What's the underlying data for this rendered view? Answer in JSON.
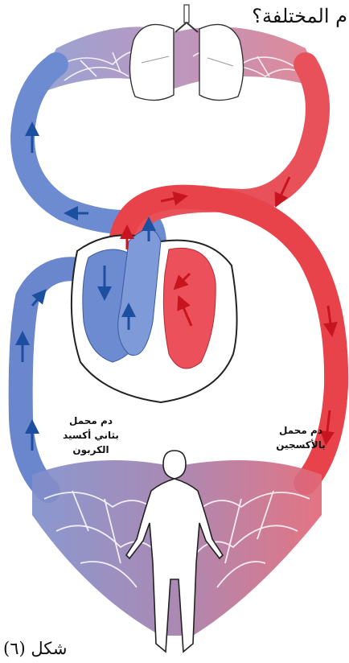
{
  "question_fragment": "م المختلفة؟",
  "labels": {
    "deoxygenated_line1": "دم محمل",
    "deoxygenated_line2": "بثاني أكسيد الكربون",
    "oxygenated_line1": "دم محمل",
    "oxygenated_line2": "بالأكسجين"
  },
  "caption": "شكل (٦)",
  "colors": {
    "deoxygenated": "#5b7fc8",
    "oxygenated": "#e8434b",
    "capillaries": "#a07fb0",
    "arrow_blue": "#1d4fa0",
    "arrow_red": "#c8141e"
  },
  "icons": [
    "lungs-icon",
    "heart-icon",
    "human-body-icon",
    "flow-arrow-icon"
  ]
}
